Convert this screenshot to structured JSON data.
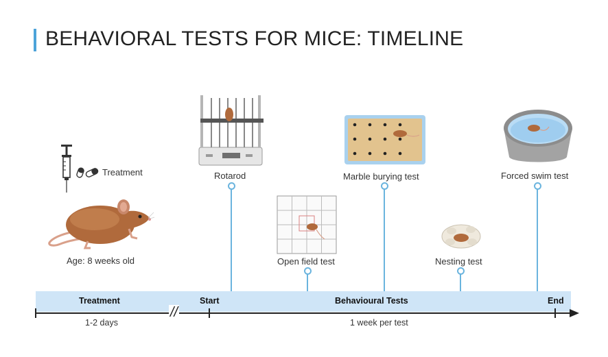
{
  "title": "BEHAVIORAL TESTS FOR MICE: TIMELINE",
  "intro": {
    "treatment_label": "Treatment",
    "age_label": "Age: 8 weeks old"
  },
  "tests": [
    {
      "label": "Rotarod",
      "icon": "rotarod-icon"
    },
    {
      "label": "Open field test",
      "icon": "open-field-icon"
    },
    {
      "label": "Marble burying test",
      "icon": "marble-burying-icon"
    },
    {
      "label": "Nesting test",
      "icon": "nest-icon"
    },
    {
      "label": "Forced swim test",
      "icon": "swim-tank-icon"
    }
  ],
  "timeline": {
    "phase_treatment": "Treatment",
    "phase_start": "Start",
    "phase_behavioural": "Behavioural Tests",
    "phase_end": "End",
    "duration_treatment": "1-2 days",
    "duration_tests": "1 week per test",
    "break_symbol": "//"
  },
  "colors": {
    "accent": "#4da3d9",
    "band": "#cfe5f7",
    "connector": "#6ab4de",
    "mouse": "#b06a3c"
  }
}
